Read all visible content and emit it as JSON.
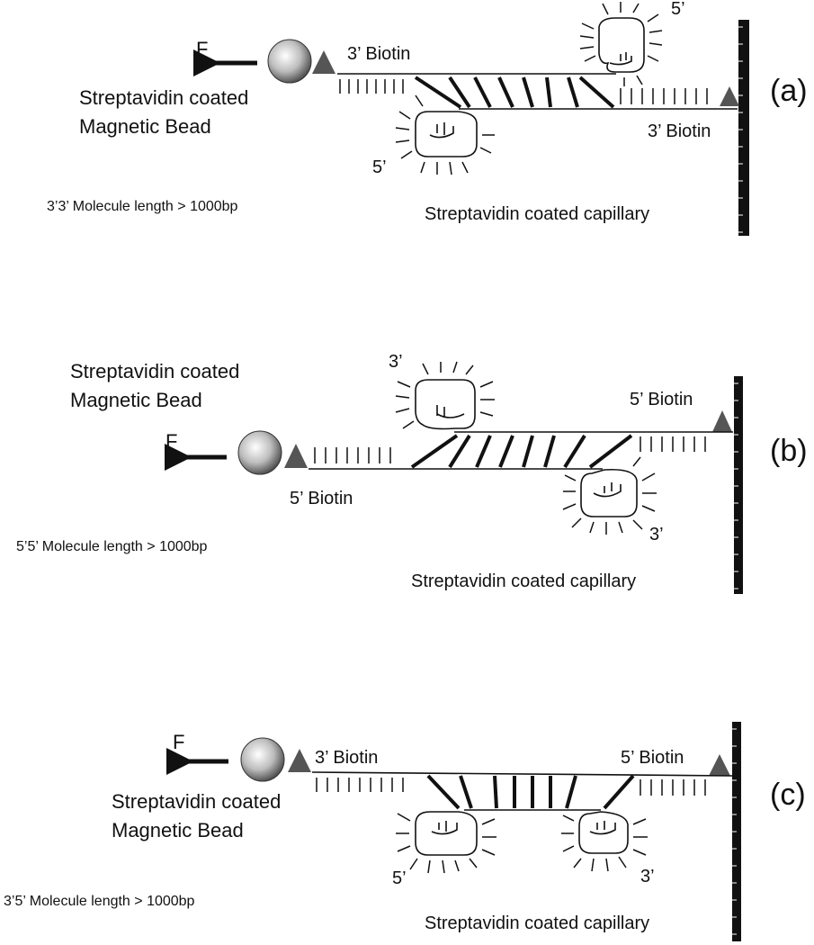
{
  "force_label": "F",
  "bead_label_line1": "Streptavidin coated",
  "bead_label_line2": "Magnetic Bead",
  "capillary_label": "Streptavidin coated capillary",
  "panels": [
    {
      "id": "a",
      "panel_label": "(a)",
      "left_biotin": "3’ Biotin",
      "right_biotin": "3’ Biotin",
      "end_label_upper": "5’",
      "end_label_lower": "5’",
      "molecule_caption": "3’3’ Molecule length > 1000bp"
    },
    {
      "id": "b",
      "panel_label": "(b)",
      "left_biotin": "5’ Biotin",
      "right_biotin": "5’ Biotin",
      "end_label_upper": "3’",
      "end_label_lower": "3’",
      "molecule_caption": "5’5’ Molecule length > 1000bp"
    },
    {
      "id": "c",
      "panel_label": "(c)",
      "left_biotin": "3’ Biotin",
      "right_biotin": "5’ Biotin",
      "end_label_left": "5’",
      "end_label_right": "3’",
      "molecule_caption": "3’5’ Molecule length > 1000bp"
    }
  ]
}
